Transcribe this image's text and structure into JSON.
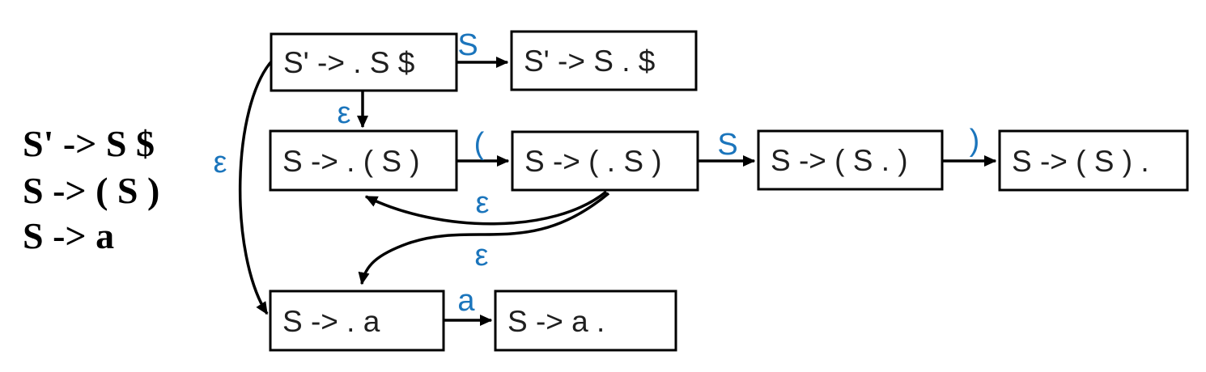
{
  "diagram": {
    "title_hint": "NFA of LR(0) items",
    "grammar": {
      "lines": [
        "S' -> S $",
        "S -> ( S )",
        "S -> a"
      ]
    },
    "states": [
      {
        "id": "s0",
        "label": "S' -> . S $"
      },
      {
        "id": "s1",
        "label": "S' -> S . $"
      },
      {
        "id": "s2",
        "label": "S -> . ( S )"
      },
      {
        "id": "s3",
        "label": "S -> ( . S )"
      },
      {
        "id": "s4",
        "label": "S -> ( S . )"
      },
      {
        "id": "s5",
        "label": "S -> ( S ) ."
      },
      {
        "id": "s6",
        "label": "S -> . a"
      },
      {
        "id": "s7",
        "label": "S -> a ."
      }
    ],
    "transitions": [
      {
        "from": "s0",
        "to": "s1",
        "label": "S"
      },
      {
        "from": "s0",
        "to": "s2",
        "label": "ε"
      },
      {
        "from": "s0",
        "to": "s6",
        "label": "ε"
      },
      {
        "from": "s2",
        "to": "s3",
        "label": "("
      },
      {
        "from": "s3",
        "to": "s4",
        "label": "S"
      },
      {
        "from": "s4",
        "to": "s5",
        "label": ")"
      },
      {
        "from": "s3",
        "to": "s2",
        "label": "ε"
      },
      {
        "from": "s3",
        "to": "s6",
        "label": "ε"
      },
      {
        "from": "s6",
        "to": "s7",
        "label": "a"
      }
    ],
    "colors": {
      "transition_label": "#1B75BC",
      "box_border": "#000000",
      "box_fill": "#FFFFFF",
      "text": "#1F1F1F",
      "background": "#FFFFFF"
    }
  }
}
